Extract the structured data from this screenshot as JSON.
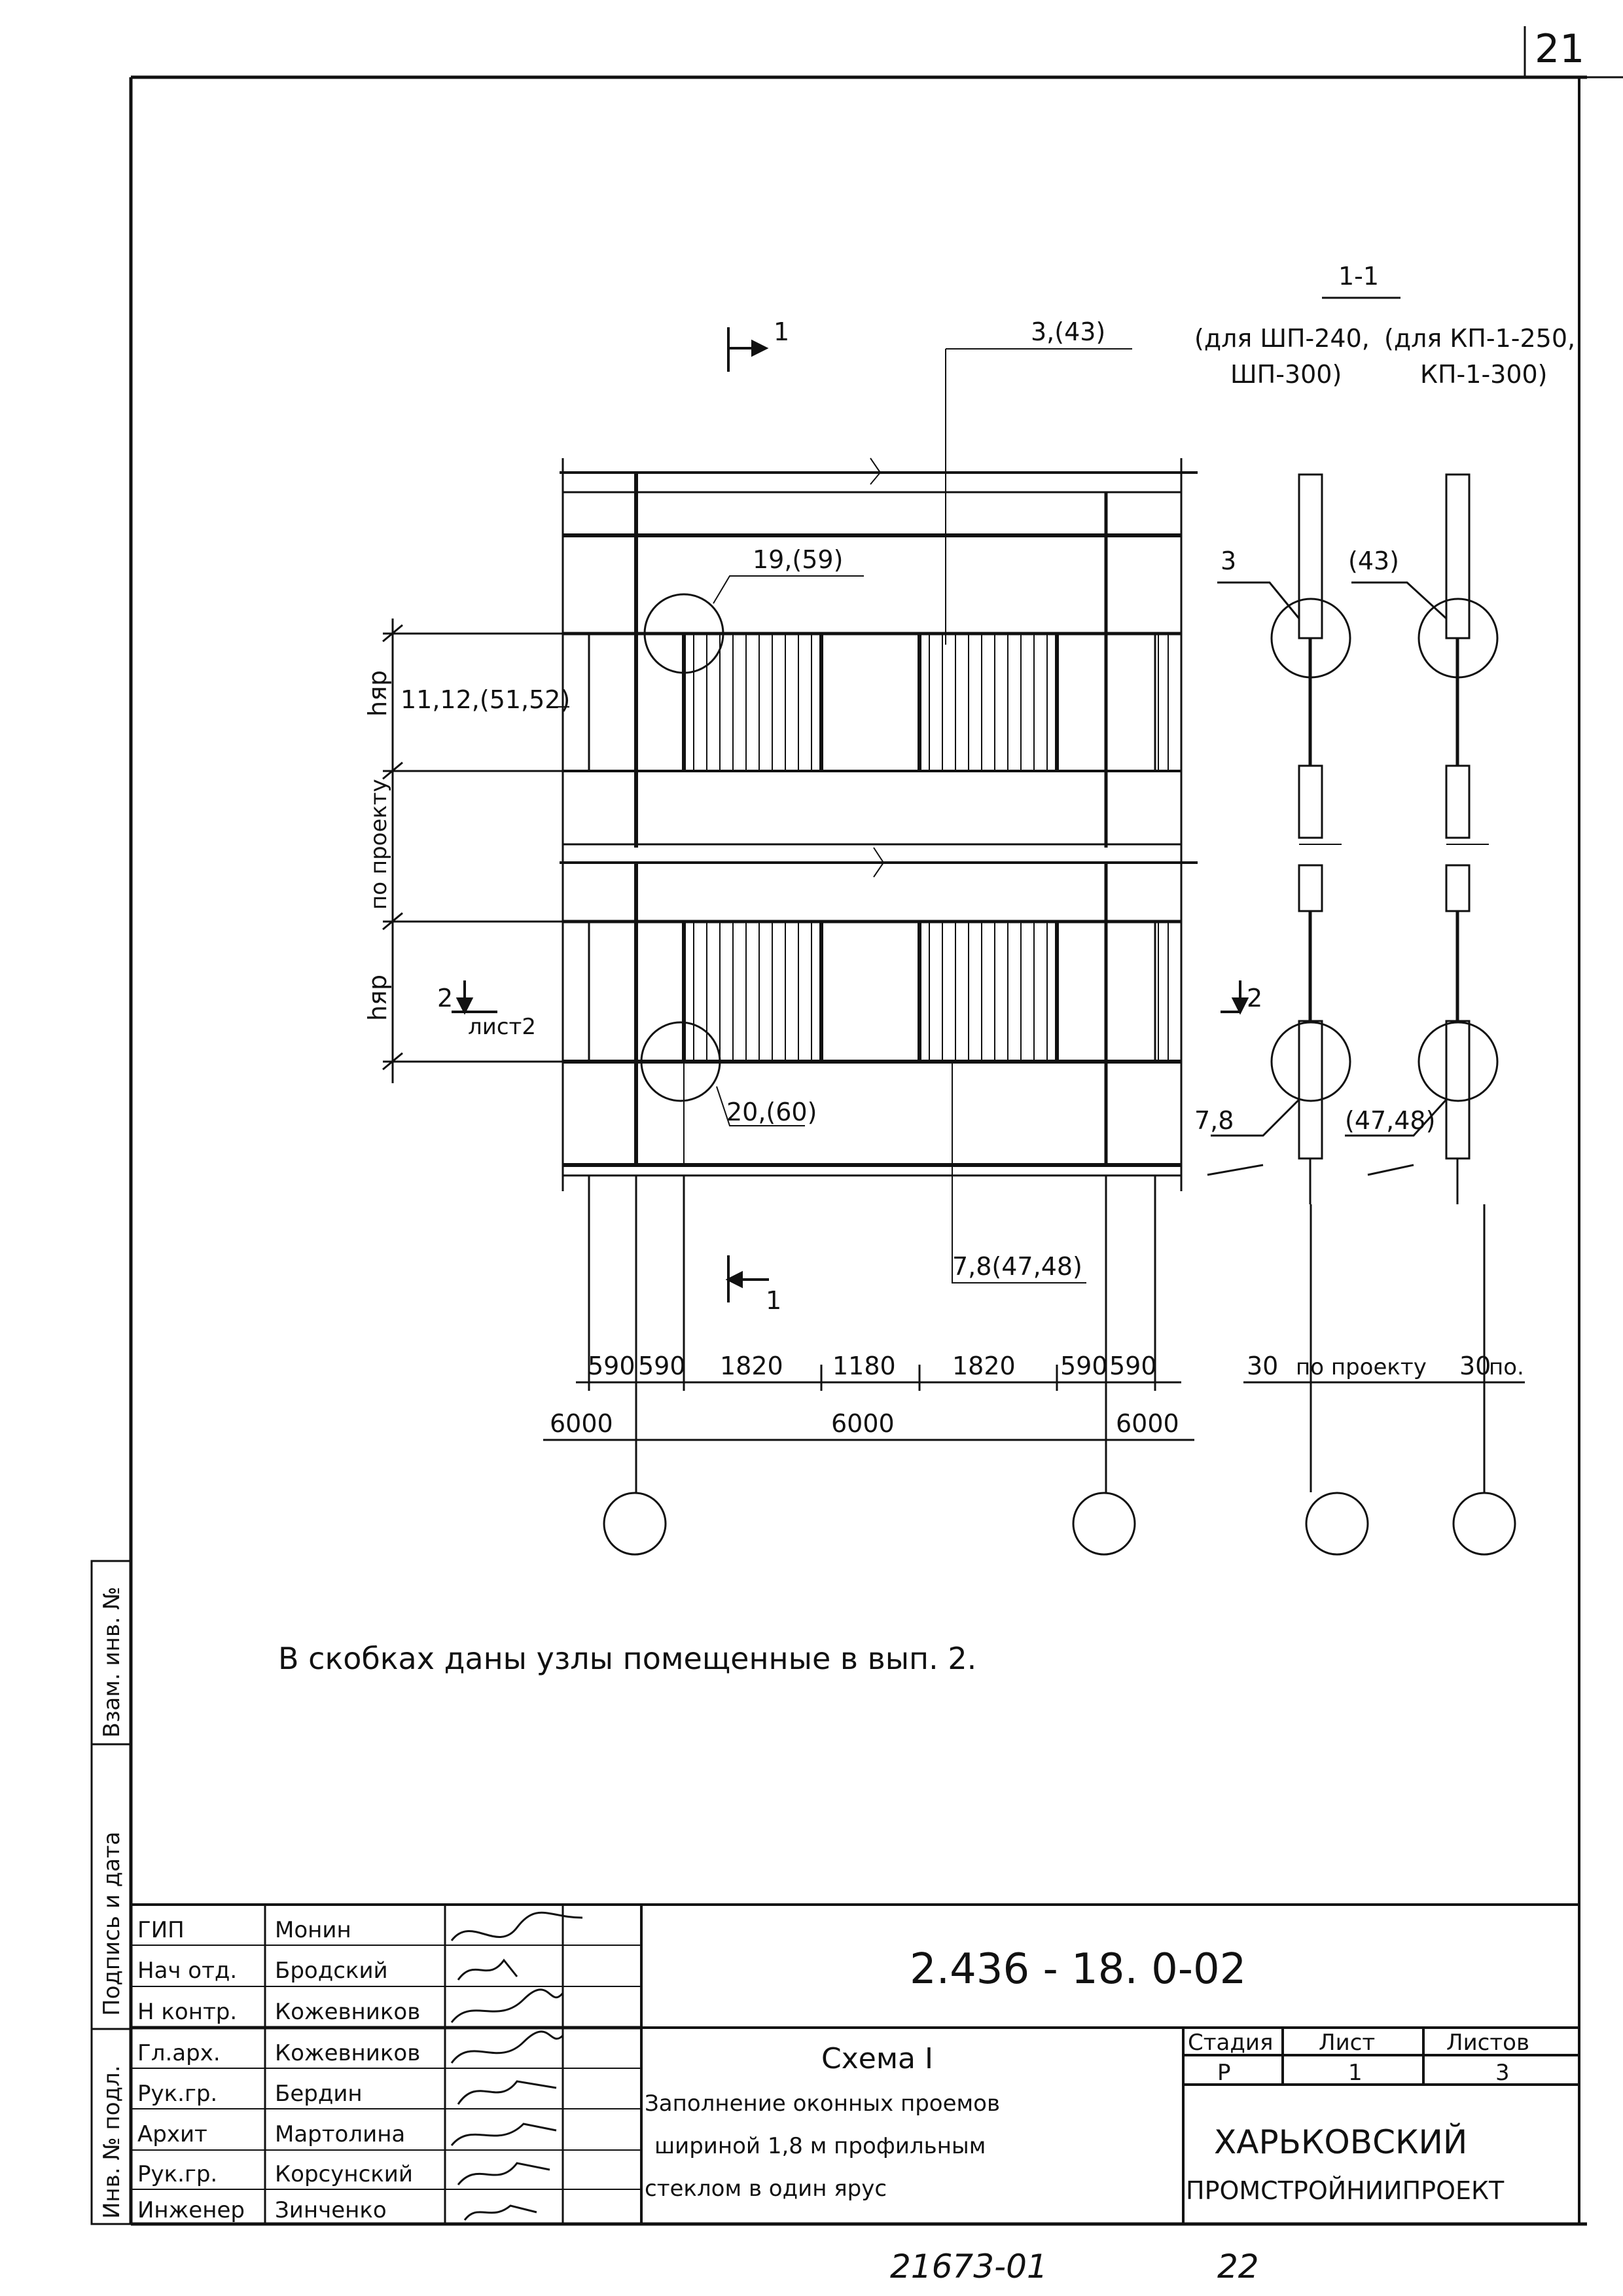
{
  "sheet": {
    "corner_number": "21",
    "bottom_code": "21673-01",
    "bottom_page": "22"
  },
  "drawing": {
    "section_mark_left": "1",
    "section_mark_bottom": "1",
    "section_title": "1-1",
    "note_sp": "(для ШП-240,",
    "note_sp2": "ШП-300)",
    "note_kp": "(для КП-1-250,",
    "note_kp2": "КП-1-300)",
    "callout_3_43": "3,(43)",
    "callout_19_59": "19,(59)",
    "callout_11_12": "11,12,(51,52)",
    "callout_20_60": "20,(60)",
    "callout_78_4748": "7,8(47,48)",
    "callout_3": "3",
    "callout_43": "(43)",
    "callout_78": "7,8",
    "callout_4748": "(47,48)",
    "label_hyar_top": "hяр",
    "label_po_proektu_v": "по проекту",
    "label_hyar_bottom": "hяр",
    "label_2_list": "2",
    "label_list2": "лист2",
    "label_2_right": "2",
    "dims_row": [
      "590",
      "590",
      "1820",
      "1180",
      "1820",
      "590",
      "590"
    ],
    "dim_6000_left": "6000",
    "dim_6000_mid": "6000",
    "dim_6000_right": "6000",
    "dim_30a": "30",
    "dim_po_proektu": "по проекту",
    "dim_30b": "30",
    "dim_po": "по."
  },
  "note_text": "В скобках даны узлы помещенные в вып. 2.",
  "sidebar": {
    "inv_vzam": "Взам. инв. №",
    "podpis": "Подпись и дата",
    "inv_podl": "Инв. № подл."
  },
  "title_block": {
    "doc_code": "2.436 - 18. 0-02",
    "scheme_title": "Схема I",
    "desc_line1": "Заполнение оконных проемов",
    "desc_line2": "шириной 1,8 м профильным",
    "desc_line3": "стеклом в один ярус",
    "stage_header": "Стадия",
    "sheet_header": "Лист",
    "sheets_header": "Листов",
    "stage_value": "Р",
    "sheet_value": "1",
    "sheets_value": "3",
    "org_line1": "ХАРЬКОВСКИЙ",
    "org_line2": "ПРОМСТРОЙНИИПРОЕКТ",
    "staff": [
      {
        "role": "ГИП",
        "name": "Монин"
      },
      {
        "role": "Нач отд.",
        "name": "Бродский"
      },
      {
        "role": "Н контр.",
        "name": "Кожевников"
      },
      {
        "role": "Гл.арх.",
        "name": "Кожевников"
      },
      {
        "role": "Рук.гр.",
        "name": "Бердин"
      },
      {
        "role": "Архит",
        "name": "Мартолина"
      },
      {
        "role": "Рук.гр.",
        "name": "Корсунский"
      },
      {
        "role": "Инженер",
        "name": "Зинченко"
      }
    ]
  }
}
